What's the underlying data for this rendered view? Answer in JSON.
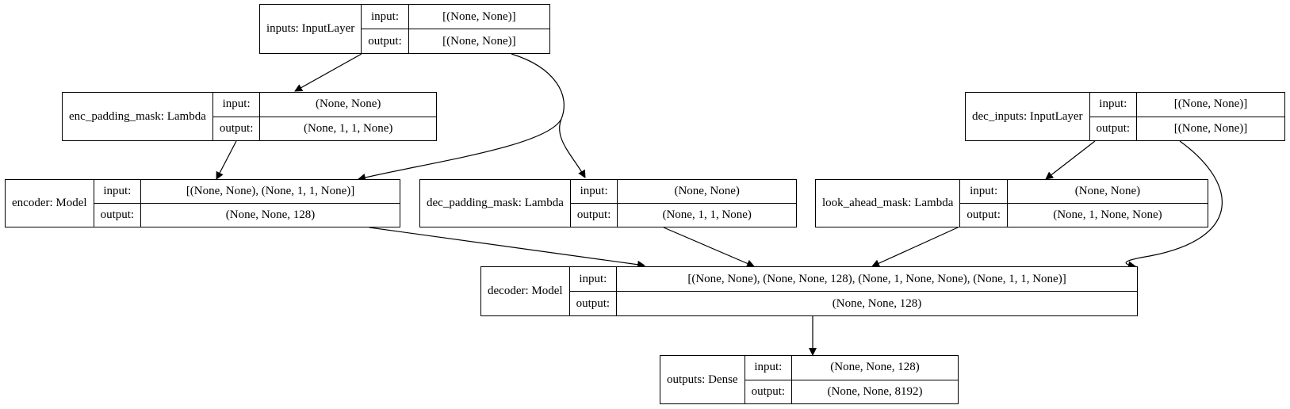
{
  "io_labels": {
    "input": "input:",
    "output": "output:"
  },
  "nodes": {
    "inputs": {
      "name": "inputs: InputLayer",
      "input": "[(None, None)]",
      "output": "[(None, None)]"
    },
    "enc_padding_mask": {
      "name": "enc_padding_mask: Lambda",
      "input": "(None, None)",
      "output": "(None, 1, 1, None)"
    },
    "dec_inputs": {
      "name": "dec_inputs: InputLayer",
      "input": "[(None, None)]",
      "output": "[(None, None)]"
    },
    "encoder": {
      "name": "encoder: Model",
      "input": "[(None, None), (None, 1, 1, None)]",
      "output": "(None, None, 128)"
    },
    "dec_padding_mask": {
      "name": "dec_padding_mask: Lambda",
      "input": "(None, None)",
      "output": "(None, 1, 1, None)"
    },
    "look_ahead_mask": {
      "name": "look_ahead_mask: Lambda",
      "input": "(None, None)",
      "output": "(None, 1, None, None)"
    },
    "decoder": {
      "name": "decoder: Model",
      "input": "[(None, None), (None, None, 128), (None, 1, None, None), (None, 1, 1, None)]",
      "output": "(None, None, 128)"
    },
    "outputs": {
      "name": "outputs: Dense",
      "input": "(None, None, 128)",
      "output": "(None, None, 8192)"
    }
  },
  "colors": {
    "stroke": "#000000",
    "background": "#ffffff"
  }
}
